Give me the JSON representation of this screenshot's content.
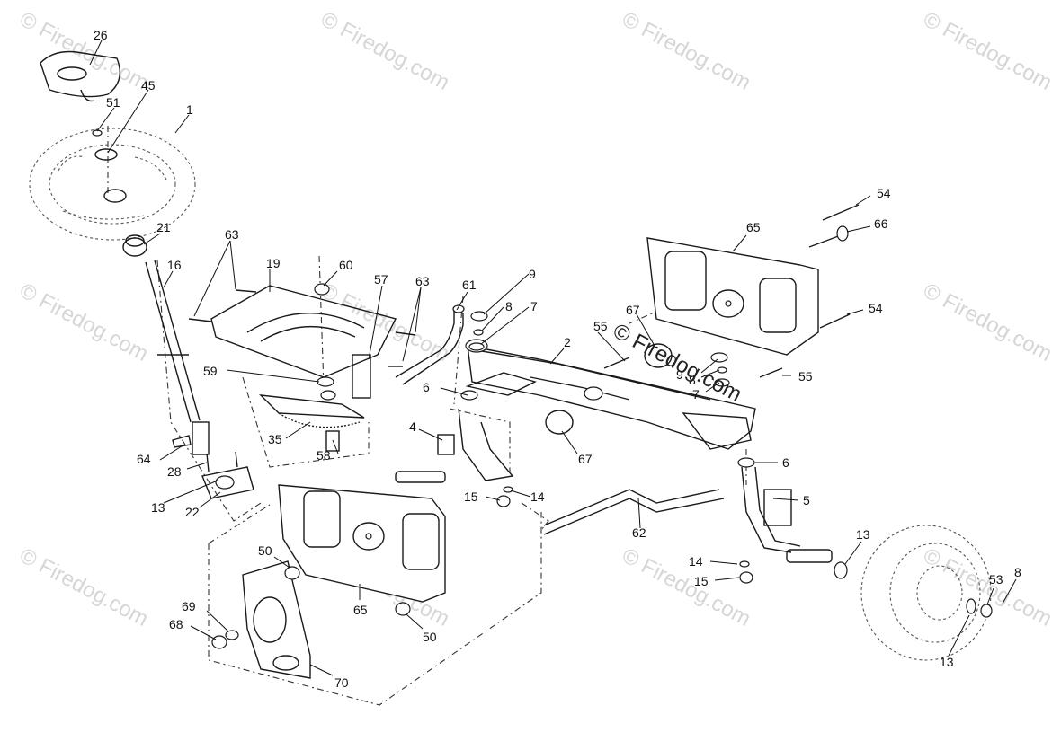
{
  "watermark": {
    "text": "© Firedog.com",
    "center_text": "© Firedog.com"
  },
  "callouts": {
    "c1": "1",
    "c2": "2",
    "c4": "4",
    "c5": "5",
    "c6a": "6",
    "c6b": "6",
    "c7a": "7",
    "c7b": "7",
    "c8a": "8",
    "c8b": "8",
    "c8c": "8",
    "c9a": "9",
    "c9b": "9",
    "c13a": "13",
    "c13b": "13",
    "c13c": "13",
    "c14a": "14",
    "c14b": "14",
    "c15a": "15",
    "c15b": "15",
    "c16": "16",
    "c19": "19",
    "c21": "21",
    "c22": "22",
    "c26": "26",
    "c28": "28",
    "c35": "35",
    "c45": "45",
    "c50a": "50",
    "c50b": "50",
    "c51": "51",
    "c53": "53",
    "c54a": "54",
    "c54b": "54",
    "c55a": "55",
    "c55b": "55",
    "c57": "57",
    "c58": "58",
    "c59": "59",
    "c60": "60",
    "c61": "61",
    "c62": "62",
    "c63a": "63",
    "c63b": "63",
    "c64": "64",
    "c65a": "65",
    "c65b": "65",
    "c66": "66",
    "c67a": "67",
    "c67b": "67",
    "c68": "68",
    "c69": "69",
    "c70": "70"
  }
}
